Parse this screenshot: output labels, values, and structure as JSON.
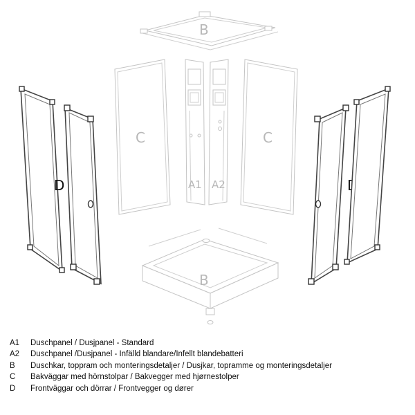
{
  "diagram": {
    "labels": {
      "b_top": "B",
      "b_bottom": "B",
      "c_left": "C",
      "c_right": "C",
      "a1": "A1",
      "a2": "A2",
      "d_left": "D",
      "d_right": "D"
    }
  },
  "legend": [
    {
      "key": "A1",
      "text": "Duschpanel / Dusjpanel - Standard"
    },
    {
      "key": "A2",
      "text": "Duschpanel /Dusjpanel - Infälld blandare/Infellt blandebatteri"
    },
    {
      "key": "B",
      "text": "Duschkar, toppram och monteringsdetaljer / Dusjkar, topramme og monteringsdetaljer"
    },
    {
      "key": "C",
      "text": "Bakväggar med hörnstolpar / Bakvegger med hjørnestolper"
    },
    {
      "key": "D",
      "text": "Frontväggar och dörrar / Frontvegger og dører"
    }
  ]
}
